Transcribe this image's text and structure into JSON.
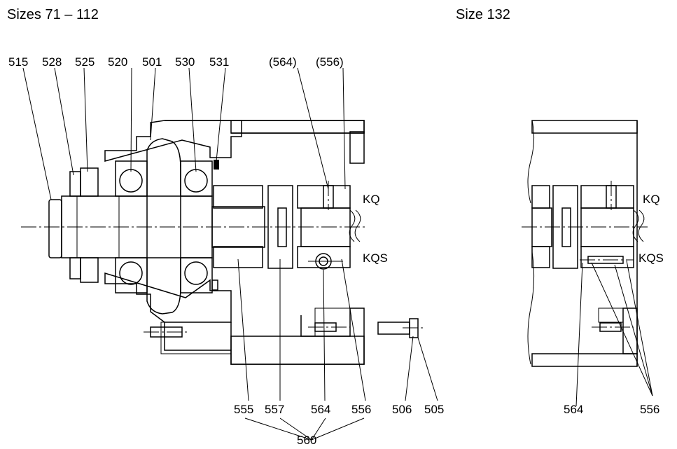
{
  "titles": {
    "left": "Sizes 71 – 112",
    "right": "Size 132"
  },
  "left_top_labels": [
    "515",
    "528",
    "525",
    "520",
    "501",
    "530",
    "531",
    "(564)",
    "(556)"
  ],
  "left_bottom_labels": [
    "555",
    "557",
    "564",
    "556",
    "506",
    "505"
  ],
  "group_label": "560",
  "side_labels": {
    "kq": "KQ",
    "kqs": "KQS"
  },
  "right_bottom_labels": [
    "564",
    "556"
  ]
}
